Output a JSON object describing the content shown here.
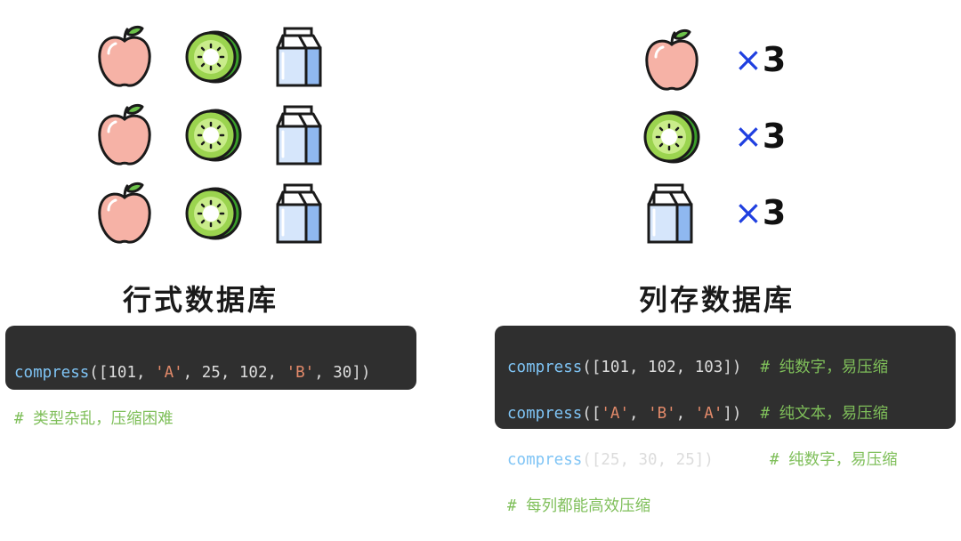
{
  "row_store": {
    "title": "行式数据库",
    "grid_rows": [
      [
        "apple-icon",
        "kiwi-icon",
        "milk-carton-icon"
      ],
      [
        "apple-icon",
        "kiwi-icon",
        "milk-carton-icon"
      ],
      [
        "apple-icon",
        "kiwi-icon",
        "milk-carton-icon"
      ]
    ],
    "code": {
      "line1": {
        "fn": "compress",
        "p1": "([101, ",
        "s1": "'A'",
        "p2": ", 25, 102, ",
        "s2": "'B'",
        "p3": ", 30])"
      },
      "comment": "# 类型杂乱，压缩困难"
    }
  },
  "column_store": {
    "title": "列存数据库",
    "rows": [
      {
        "icon": "apple-icon",
        "x": "×",
        "count": "3"
      },
      {
        "icon": "kiwi-icon",
        "x": "×",
        "count": "3"
      },
      {
        "icon": "milk-carton-icon",
        "x": "×",
        "count": "3"
      }
    ],
    "code": {
      "line1": {
        "fn": "compress",
        "args": "([101, 102, 103])",
        "pad": "  ",
        "comment": "# 纯数字，易压缩"
      },
      "line2": {
        "fn": "compress",
        "p1": "([",
        "s1": "'A'",
        "p2": ", ",
        "s2": "'B'",
        "p3": ", ",
        "s3": "'A'",
        "p4": "])",
        "pad": "  ",
        "comment": "# 纯文本，易压缩"
      },
      "line3": {
        "fn": "compress",
        "args": "([25, 30, 25])",
        "pad": "      ",
        "comment": "# 纯数字，易压缩"
      },
      "line4": "# 每列都能高效压缩"
    }
  },
  "colors": {
    "multiply": "#1f3fe0",
    "code_bg": "#2f2f2f",
    "function": "#7fc4f5",
    "string": "#e38a6a",
    "comment": "#7fbf5a"
  }
}
